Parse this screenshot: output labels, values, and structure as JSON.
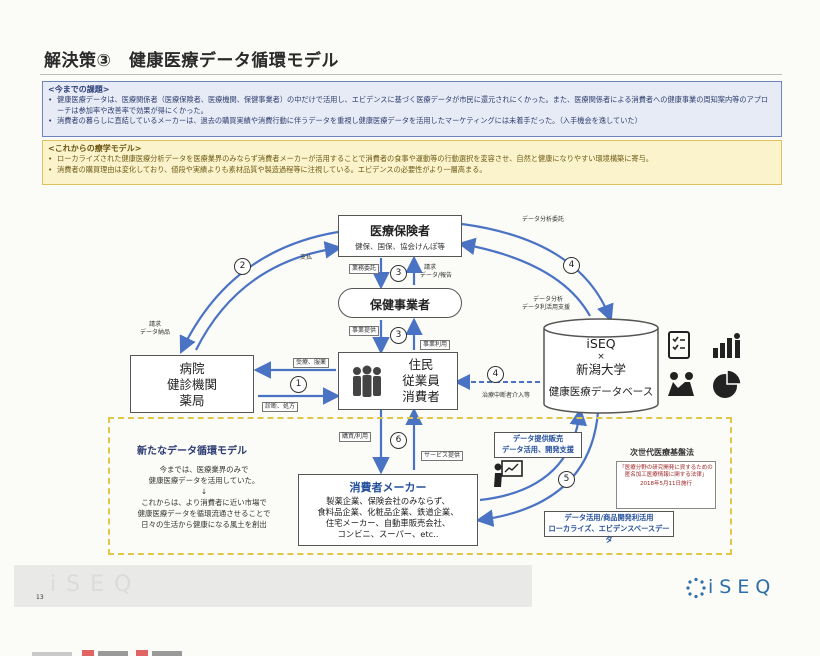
{
  "header": {
    "title": "解決策③　健康医療データ循環モデル"
  },
  "issues": {
    "heading": "<今までの課題>",
    "items": [
      "健康医療データは、医療関係者（医療保険者、医療機関、保健事業者）の中だけで活用し、エビデンスに基づく医療データが市民に還元されにくかった。また、医療関係者による消費者への健康事業の周知案内等のアプローチは参加率や改善率で効果が得にくかった。",
      "消費者の暮らしに直結しているメーカーは、過去の購買実績や消費行動に伴うデータを重視し健康医療データを活用したマーケティングには未着手だった。（入手機会を逸していた）"
    ]
  },
  "future": {
    "heading": "<これからの療学モデル>",
    "items": [
      "ローカライズされた健康医療分析データを医療業界のみならず消費者メーカーが活用することで消費者の食事や運動等の行動選択を変容させ、自然と健康になりやすい環境構築に寄与。",
      "消費者の購買理由は変化しており、値段や実績よりも素材品質や製造過程等に注視している。エビデンスの必要性がより一層高まる。"
    ]
  },
  "diagram": {
    "insurer": {
      "title": "医療保険者",
      "sub": "健保、国保、協会けんぽ等"
    },
    "health_business": {
      "title": "保健事業者"
    },
    "hospital": {
      "line1": "病院",
      "line2": "健診機関",
      "line3": "薬局"
    },
    "resident": {
      "line1": "住民",
      "line2": "従業員",
      "line3": "消費者"
    },
    "iseq": {
      "line1": "iSEQ",
      "line2": "×",
      "line3": "新潟大学",
      "line4": "健康医療データベース"
    },
    "labels": {
      "data_request": "データ分析委託",
      "payment": "支払",
      "business_commission": "業務委託",
      "billing_report_1": "請求",
      "billing_report_2": "データ/報告",
      "analysis_1": "データ分析",
      "analysis_2": "データ利活用支援",
      "bill_data_1": "請求",
      "bill_data_2": "データ納品",
      "business_provide": "事業提供",
      "business_use": "事業利用",
      "consult": "受療、服薬",
      "diagnosis": "診断、処方",
      "intervention": "治療中断者介入等",
      "purchase": "購買/利用",
      "service": "サービス提供",
      "data_sales_1": "データ提供販売",
      "data_sales_2": "データ活用、開発支援",
      "data_product_1": "データ活用/商品開発利活用",
      "data_product_2": "ローカライズ、エビデンスベースデータ"
    },
    "numbers": [
      "1",
      "2",
      "3",
      "3",
      "4",
      "4",
      "5",
      "6"
    ],
    "new_model": {
      "title": "新たなデータ循環モデル",
      "body1": "今までは、医療業界のみで",
      "body2": "健康医療データを活用していた。",
      "arrow": "↓",
      "body3": "これからは、より消費者に近い市場で",
      "body4": "健康医療データを循環流通させることで",
      "body5": "日々の生活から健康になる風土を創出"
    },
    "consumer_maker": {
      "title": "消費者メーカー",
      "line1": "製薬企業、保険会社のみならず、",
      "line2": "食料品企業、化粧品企業、鉄道企業、",
      "line3": "住宅メーカー、自動車販売会社、",
      "line4": "コンビニ、スーパー、etc.."
    },
    "law": {
      "title": "次世代医療基盤法",
      "sub": "「医療分野の研究開発に資するための匿名加工医療情報に関する法律」",
      "date": "2018年5月11日施行"
    }
  },
  "footer": {
    "page": "13",
    "faded_text": "iSEQ",
    "logo_text": "iSEQ"
  },
  "colors": {
    "arrow_blue": "#4a73c4",
    "issue_bg": "#e7ebf6",
    "future_bg": "#fbf3cc",
    "dash_yellow": "#e2c64a",
    "logo_blue": "#2e6ea6"
  }
}
